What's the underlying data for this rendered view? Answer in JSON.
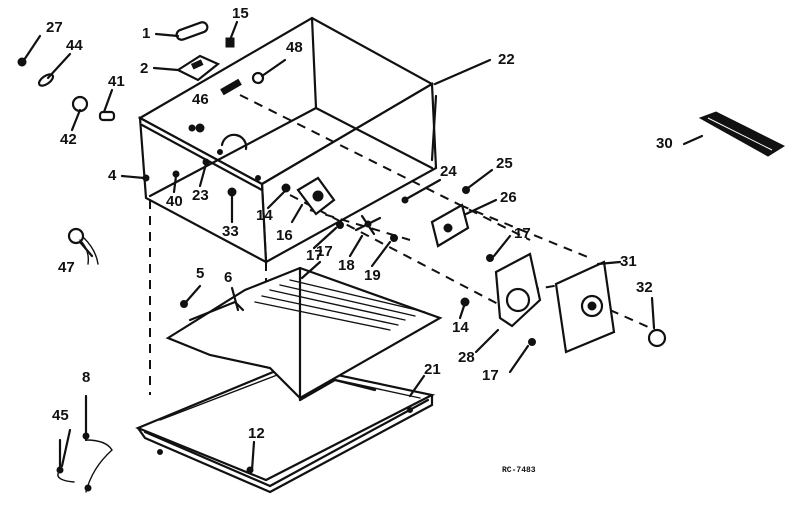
{
  "diagram": {
    "ink_color": "#111111",
    "background_color": "#ffffff",
    "code": "RC-7483",
    "callouts": {
      "c1": "1",
      "c2": "2",
      "c4": "4",
      "c5": "5",
      "c6": "6",
      "c8": "8",
      "c12": "12",
      "c14a": "14",
      "c14b": "14",
      "c15": "15",
      "c16": "16",
      "c17a": "17",
      "c17b": "17",
      "c17c": "17",
      "c18": "18",
      "c19": "19",
      "c21": "21",
      "c22": "22",
      "c23": "23",
      "c24": "24",
      "c25": "25",
      "c26": "26",
      "c27": "27",
      "c28": "28",
      "c30": "30",
      "c31": "31",
      "c32": "32",
      "c33": "33",
      "c40": "40",
      "c41": "41",
      "c42": "42",
      "c44": "44",
      "c45": "45",
      "c46": "46",
      "c47": "47",
      "c48": "48"
    }
  }
}
